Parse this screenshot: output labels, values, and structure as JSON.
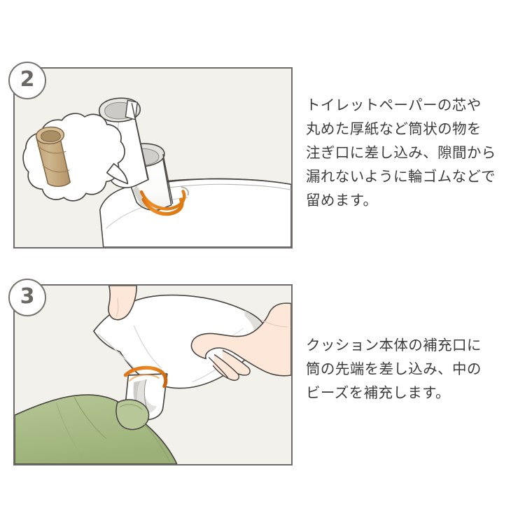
{
  "document": {
    "type": "instruction-illustration",
    "background_color": "#ffffff",
    "language": "ja"
  },
  "theme": {
    "panel_background": "#f2f1ec",
    "panel_border": "#6e6b68",
    "badge_border": "#76736f",
    "badge_text": "#6a6764",
    "caption_text": "#3c3c3c",
    "ink_outline": "#4a4642",
    "rubber_band_orange": "#e8821c",
    "cardboard_tube_tan": "#c8ab80",
    "cushion_green": "#a8bb86",
    "skin_tone": "#fce7d9",
    "fabric_white": "#ffffff",
    "fabric_shadow": "#d9d8d4"
  },
  "steps": [
    {
      "number": "2",
      "badge_label": "2",
      "caption": "トイレットペーパーの芯や\n丸めた厚紙など筒状の物を\n注ぎ口に差し込み、隙間から\n漏れないように輪ゴムなどで\n留めます。",
      "illustration": {
        "name": "funnel-into-cushion-opening",
        "elements": [
          "speech-bubble-inset",
          "cardboard-toilet-paper-tube",
          "rolled-paper-cylinder",
          "paper-funnel-cone",
          "orange-rubber-band",
          "white-cushion-body"
        ]
      }
    },
    {
      "number": "3",
      "badge_label": "3",
      "caption": "クッション本体の補充口に\n筒の先端を差し込み、中の\nビーズを補充します。",
      "illustration": {
        "name": "pouring-beads-into-cushion",
        "elements": [
          "left-hand",
          "right-hand",
          "white-bead-bag",
          "orange-rubber-band",
          "paper-funnel-tube",
          "green-cushion-body"
        ]
      }
    }
  ]
}
